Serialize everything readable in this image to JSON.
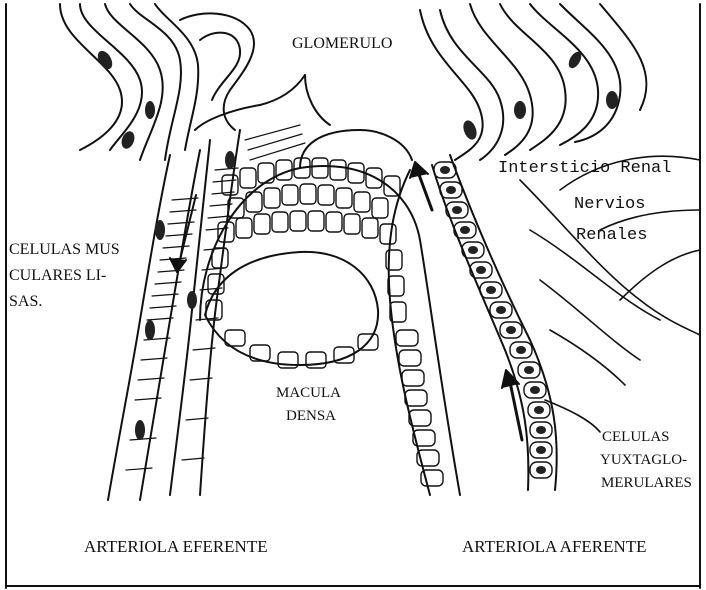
{
  "labels": {
    "glomerulo": "GLOMERULO",
    "intersticio": "Intersticio Renal",
    "nervios_line1": "Nervios",
    "nervios_line2": "Renales",
    "celulas_musculares_line1": "CELULAS MUS",
    "celulas_musculares_line2": "CULARES LI-",
    "celulas_musculares_line3": "SAS.",
    "macula_line1": "MACULA",
    "macula_line2": "DENSA",
    "yuxta_line1": "CELULAS",
    "yuxta_line2": "YUXTAGLO-",
    "yuxta_line3": "MERULARES",
    "arteriola_eferente": "ARTERIOLA EFERENTE",
    "arteriola_aferente": "ARTERIOLA AFERENTE"
  },
  "colors": {
    "ink": "#111111",
    "paper": "#ffffff",
    "cell_fill": "#ffffff",
    "nucleus": "#222222"
  }
}
